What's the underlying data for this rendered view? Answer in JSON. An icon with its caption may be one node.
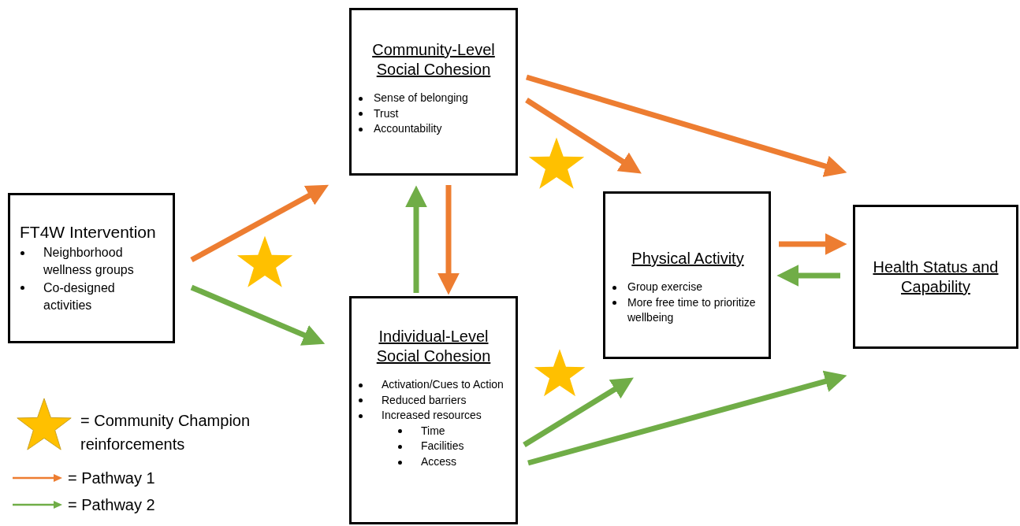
{
  "diagram": {
    "nodes": [
      {
        "text": [
          "FT4W Intervention",
          "Neighborhood wellness groups",
          "Co-designed activities"
        ]
      },
      {
        "text": [
          "Community-Level Social Cohesion",
          "Sense of belonging",
          "Trust",
          "Accountability"
        ]
      },
      {
        "text": [
          "Individual-Level Social Cohesion",
          "Activation/Cues to Action",
          "Reduced barriers",
          "Increased resources",
          "Time",
          "Facilities",
          "Access"
        ]
      },
      {
        "text": [
          "Physical Activity",
          "Group exercise",
          "More free time to prioritize wellbeing"
        ]
      },
      {
        "text": [
          "Health Status and Capability"
        ]
      }
    ],
    "edges": [
      {
        "from": 0,
        "to": 1,
        "arrow": "to",
        "color": "#ed7d31"
      },
      {
        "from": 0,
        "to": 2,
        "arrow": "to",
        "color": "#70ad47"
      },
      {
        "from": 2,
        "to": 1,
        "arrow": "to",
        "color": "#70ad47"
      },
      {
        "from": 1,
        "to": 2,
        "arrow": "to",
        "color": "#ed7d31"
      },
      {
        "from": 1,
        "to": 3,
        "arrow": "to",
        "color": "#ed7d31"
      },
      {
        "from": 1,
        "to": 4,
        "arrow": "to",
        "color": "#ed7d31"
      },
      {
        "from": 3,
        "to": 4,
        "arrow": "to",
        "color": "#ed7d31"
      },
      {
        "from": 4,
        "to": 3,
        "arrow": "to",
        "color": "#70ad47"
      },
      {
        "from": 2,
        "to": 3,
        "arrow": "to",
        "color": "#70ad47"
      },
      {
        "from": 2,
        "to": 4,
        "arrow": "to",
        "color": "#70ad47"
      }
    ],
    "legend": [
      {
        "text": "= Community Champion reinforcements"
      },
      {
        "text": "= Pathway 1"
      },
      {
        "text": "= Pathway 2"
      }
    ]
  }
}
